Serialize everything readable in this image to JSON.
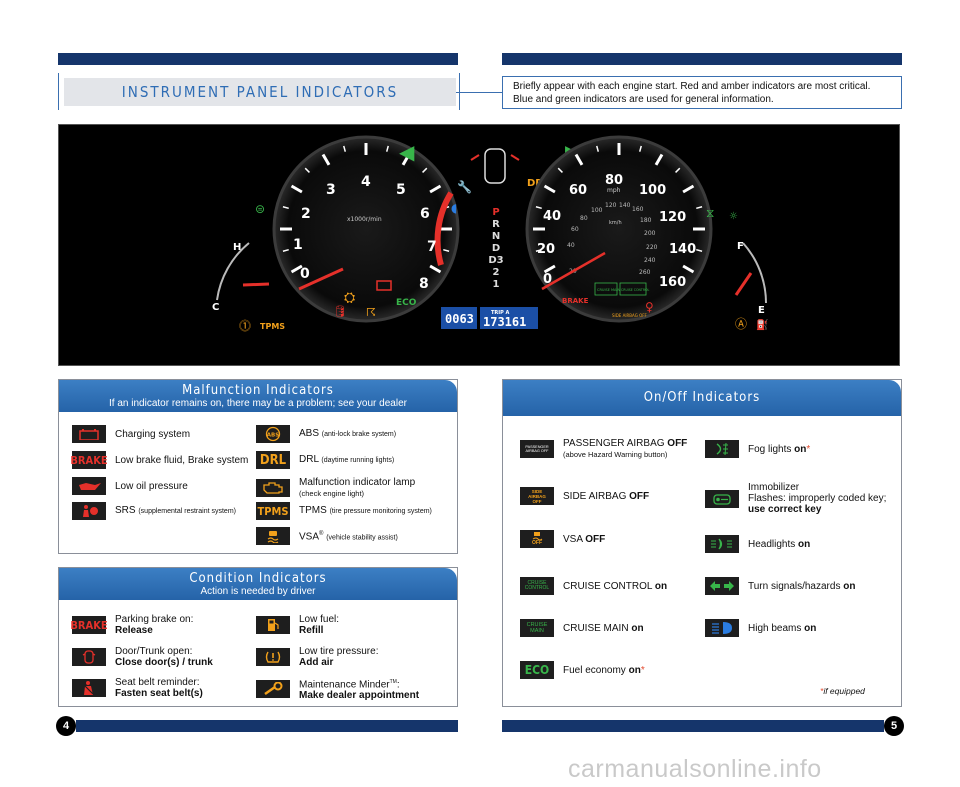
{
  "header": {
    "title": "INSTRUMENT PANEL INDICATORS",
    "intro": "Briefly appear with each engine start. Red and amber indicators are most critical. Blue and green indicators are used for general information."
  },
  "dashboard": {
    "tach_numbers": [
      "0",
      "1",
      "2",
      "3",
      "4",
      "5",
      "6",
      "7",
      "8"
    ],
    "tach_unit": "x1000r/min",
    "temp_h": "H",
    "temp_c": "C",
    "gear": [
      "P",
      "R",
      "N",
      "D",
      "D3",
      "2",
      "1"
    ],
    "drl": "DRL",
    "speedo_mph": [
      "0",
      "20",
      "40",
      "60",
      "80",
      "100",
      "120",
      "140",
      "160"
    ],
    "speedo_unit_mph": "mph",
    "speedo_kmh": [
      "20",
      "40",
      "60",
      "80",
      "100",
      "120",
      "140",
      "160",
      "180",
      "200",
      "220",
      "240",
      "260"
    ],
    "speedo_unit_kmh": "km/h",
    "fuel_f": "F",
    "fuel_e": "E",
    "eco": "ECO",
    "tpms": "TPMS",
    "brake": "BRAKE",
    "trip_label": "TRIP A",
    "odometer": "0063",
    "trip_value": "173161",
    "cruise_main": "CRUISE MAIN",
    "cruise_control": "CRUISE CONTROL",
    "side_airbag_off": "SIDE AIRBAG OFF",
    "vsa_off": "OFF"
  },
  "malfunction": {
    "title": "Malfunction Indicators",
    "subtitle": "If an indicator remains on, there may be a problem; see your dealer",
    "left": [
      {
        "label": "Charging system",
        "icon": "battery-icon"
      },
      {
        "label": "Low brake fluid, Brake system",
        "icon": "BRAKE"
      },
      {
        "label": "Low oil pressure",
        "icon": "oil-can-icon"
      },
      {
        "label": "SRS",
        "note": "(supplemental restraint system)",
        "icon": "airbag-icon"
      }
    ],
    "right": [
      {
        "label": "ABS",
        "note": "(anti-lock brake system)",
        "icon": "ABS"
      },
      {
        "label": "DRL",
        "note": "(daytime running lights)",
        "icon": "DRL"
      },
      {
        "label": "Malfunction indicator lamp",
        "sub": "(check engine light)",
        "icon": "engine-icon"
      },
      {
        "label": "TPMS",
        "note": "(tire pressure monitoring system)",
        "icon": "TPMS"
      },
      {
        "label": "VSA",
        "sup": "®",
        "note": "(vehicle stability assist)",
        "icon": "vsa-icon"
      }
    ]
  },
  "condition": {
    "title": "Condition Indicators",
    "subtitle": "Action is needed by driver",
    "left": [
      {
        "line1": "Parking brake on:",
        "line2": "Release",
        "icon": "BRAKE"
      },
      {
        "line1": "Door/Trunk open:",
        "line2": "Close door(s) / trunk",
        "icon": "door-open-icon"
      },
      {
        "line1": "Seat belt reminder:",
        "line2": "Fasten seat belt(s)",
        "icon": "seatbelt-icon"
      }
    ],
    "right": [
      {
        "line1": "Low fuel:",
        "line2": "Refill",
        "icon": "fuel-pump-icon"
      },
      {
        "line1": "Low tire pressure:",
        "line2": "Add air",
        "icon": "tire-pressure-icon"
      },
      {
        "line1": "Maintenance Minder",
        "tm": "TM",
        "colon": ":",
        "line2": "Make dealer appointment",
        "icon": "wrench-icon"
      }
    ]
  },
  "onoff": {
    "title": "On/Off Indicators",
    "left": [
      {
        "label": "PASSENGER AIRBAG ",
        "state": "OFF",
        "sub": "(above Hazard Warning button)",
        "icon_text": "PASSENGER AIRBAG OFF"
      },
      {
        "label": "SIDE AIRBAG ",
        "state": "OFF",
        "icon_text": "SIDE AIRBAG OFF"
      },
      {
        "label": "VSA ",
        "state": "OFF",
        "icon_text": "OFF"
      },
      {
        "label": "CRUISE CONTROL ",
        "state": "on",
        "icon_text": "CRUISE CONTROL"
      },
      {
        "label": "CRUISE MAIN ",
        "state": "on",
        "icon_text": "CRUISE MAIN"
      },
      {
        "label": "Fuel economy ",
        "state": "on",
        "asterisk": "*",
        "icon_text": "ECO"
      }
    ],
    "right": [
      {
        "label": "Fog lights ",
        "state": "on",
        "asterisk": "*",
        "icon": "fog-light-icon"
      },
      {
        "label": "Immobilizer",
        "sub1": "Flashes: improperly coded key;",
        "sub2": "use correct key",
        "icon": "immobilizer-icon"
      },
      {
        "label": "Headlights ",
        "state": "on",
        "icon": "headlight-icon"
      },
      {
        "label": "Turn signals/hazards ",
        "state": "on",
        "icon": "turn-signal-icon"
      },
      {
        "label": "High beams ",
        "state": "on",
        "icon": "high-beam-icon"
      }
    ],
    "footnote_mark": "*",
    "footnote": "if equipped"
  },
  "pages": {
    "left": "4",
    "right": "5"
  },
  "watermark": "carmanualsonline.info",
  "colors": {
    "navy": "#15356b",
    "accent_blue": "#2f6db5",
    "indicator_red": "#e5302a",
    "indicator_amber": "#f2a11b",
    "indicator_green": "#38b54a",
    "indicator_blue": "#2b7de1"
  }
}
